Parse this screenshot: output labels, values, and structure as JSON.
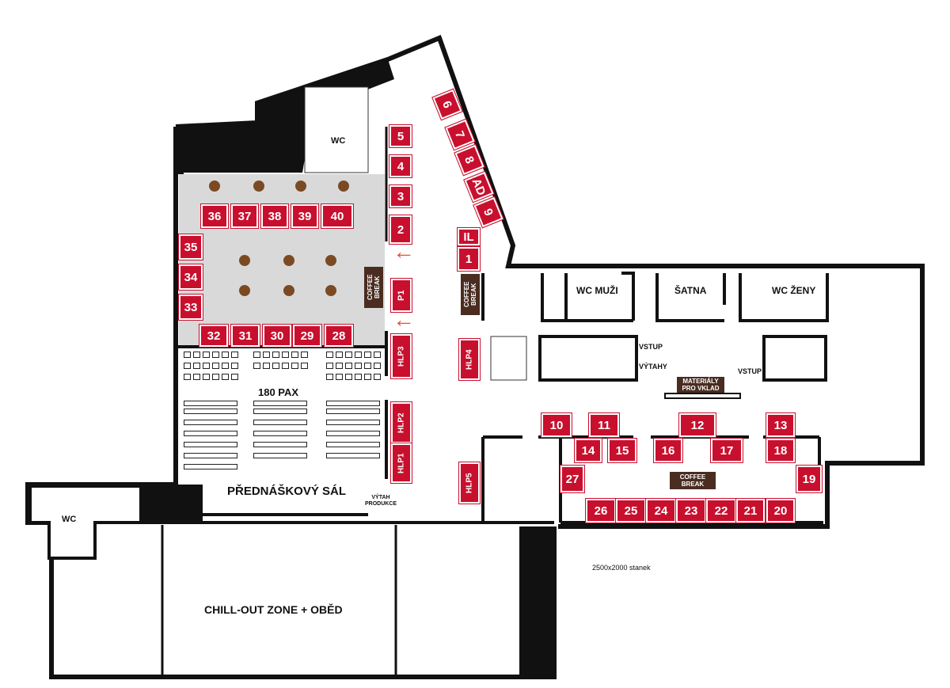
{
  "rooms": {
    "wc_top": "WC",
    "wc_left": "WC",
    "wc_men": "WC MUŽI",
    "wardrobe": "ŠATNA",
    "wc_women": "WC ŽENY",
    "lecture_hall": "PŘEDNÁŠKOVÝ SÁL",
    "capacity": "180 PAX",
    "chill_out": "CHILL-OUT ZONE + OBĚD",
    "entrance_1": "VSTUP",
    "elevators": "VÝTAHY",
    "entrance_2": "VSTUP",
    "production_elevator": "VÝTAH PRODUKCE",
    "materials": "MATERIÁLY PRO VKLAD",
    "coffee_break_1": "COFFEE BREAK",
    "coffee_break_2": "COFFEE BREAK",
    "coffee_break_3": "COFFEE BREAK",
    "note": "2500x2000 stanek"
  },
  "booths": {
    "b1": "1",
    "b2": "2",
    "b3": "3",
    "b4": "4",
    "b5": "5",
    "b6": "6",
    "b7": "7",
    "b8": "8",
    "bad": "AD",
    "b9": "9",
    "bil": "IL",
    "b10": "10",
    "b11": "11",
    "b12": "12",
    "b13": "13",
    "b14": "14",
    "b15": "15",
    "b16": "16",
    "b17": "17",
    "b18": "18",
    "b19": "19",
    "b20": "20",
    "b21": "21",
    "b22": "22",
    "b23": "23",
    "b24": "24",
    "b25": "25",
    "b26": "26",
    "b27": "27",
    "b28": "28",
    "b29": "29",
    "b30": "30",
    "b31": "31",
    "b32": "32",
    "b33": "33",
    "b34": "34",
    "b35": "35",
    "b36": "36",
    "b37": "37",
    "b38": "38",
    "b39": "39",
    "b40": "40",
    "p1": "P1",
    "hlp1": "HLP1",
    "hlp2": "HLP2",
    "hlp3": "HLP3",
    "hlp4": "HLP4",
    "hlp5": "HLP5"
  },
  "colors": {
    "booth": "#c8102e",
    "coffee": "#4a2c20",
    "arrow": "#e8541c",
    "table": "#7b4a23",
    "lounge": "#d9d9d9"
  }
}
